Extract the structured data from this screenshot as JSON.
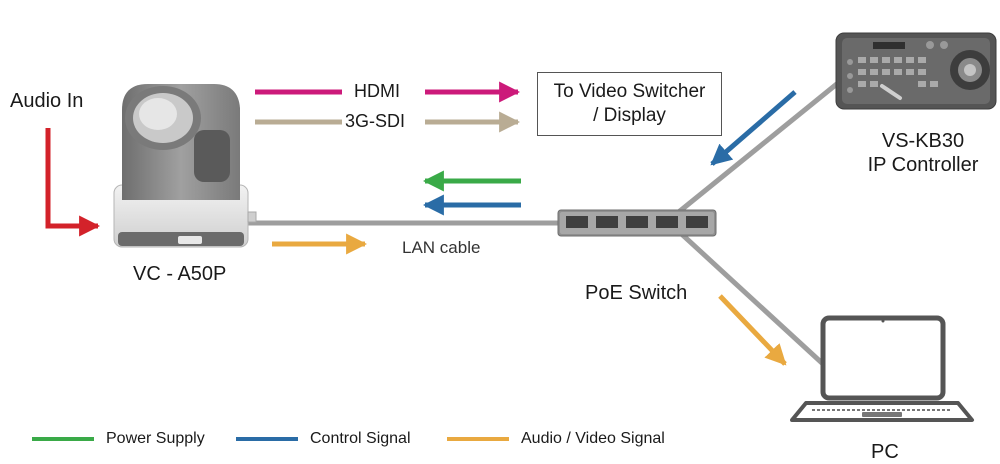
{
  "labels": {
    "audio_in": "Audio In",
    "camera": "VC - A50P",
    "hdmi": "HDMI",
    "sdi": "3G-SDI",
    "destination_line1": "To Video Switcher",
    "destination_line2": "/ Display",
    "controller_line1": "VS-KB30",
    "controller_line2": "IP  Controller",
    "lan_cable": "LAN cable",
    "poe_switch": "PoE Switch",
    "pc": "PC"
  },
  "legend": [
    {
      "label": "Power Supply",
      "color": "#3aaa48"
    },
    {
      "label": "Control Signal",
      "color": "#2a6ca6"
    },
    {
      "label": "Audio / Video Signal",
      "color": "#e9a940"
    }
  ],
  "colors": {
    "hdmi": "#cc1a7a",
    "sdi": "#b9ac94",
    "audio_in": "#d3222a",
    "cable": "#9e9e9e",
    "power": "#3aaa48",
    "control": "#2a6ca6",
    "av": "#e9a940"
  },
  "icons": [
    "ptz-camera-icon",
    "poe-switch-icon",
    "ip-controller-icon",
    "laptop-icon"
  ]
}
